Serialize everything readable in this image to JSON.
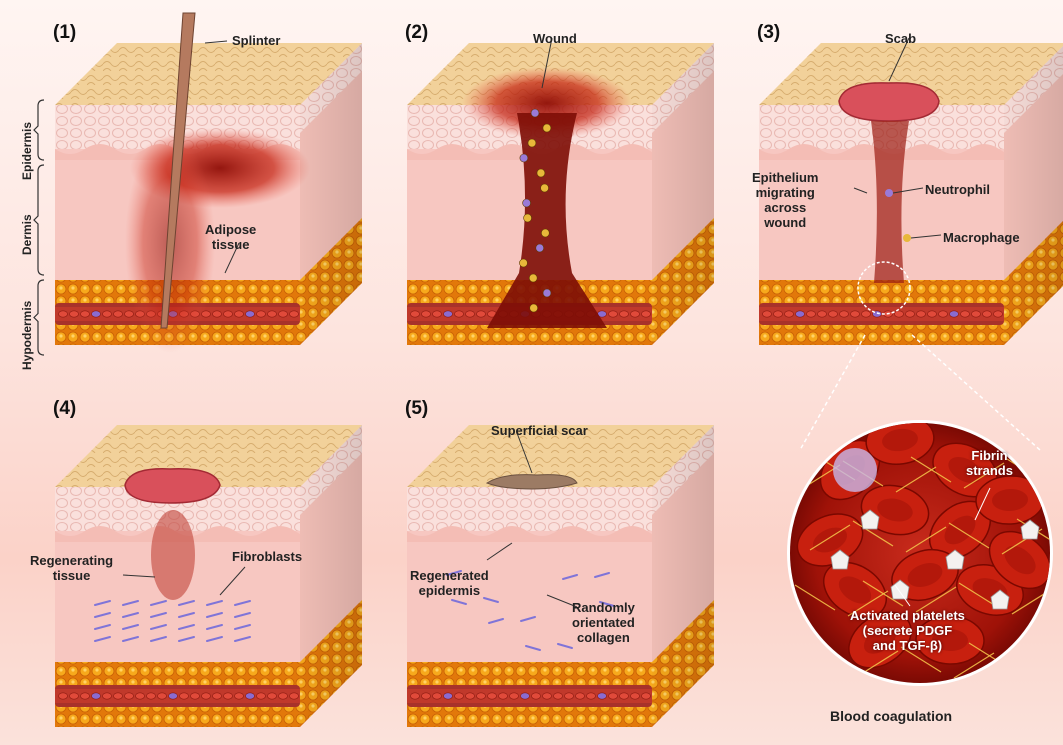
{
  "panels": [
    {
      "number": "(1)",
      "labels": {
        "splinter": "Splinter",
        "adipose": "Adipose\ntissue"
      }
    },
    {
      "number": "(2)",
      "labels": {
        "wound": "Wound"
      }
    },
    {
      "number": "(3)",
      "labels": {
        "scab": "Scab",
        "epithelium": "Epithelium\nmigrating\nacross\nwound",
        "neutrophil": "Neutrophil",
        "macrophage": "Macrophage"
      }
    },
    {
      "number": "(4)",
      "labels": {
        "regenerating": "Regenerating\ntissue",
        "fibroblasts": "Fibroblasts"
      }
    },
    {
      "number": "(5)",
      "labels": {
        "scar": "Superficial scar",
        "regenerated": "Regenerated\nepidermis",
        "collagen": "Randomly\norientated\ncollagen"
      }
    }
  ],
  "layers": {
    "epidermis": "Epidermis",
    "dermis": "Dermis",
    "hypodermis": "Hypodermis"
  },
  "zoom": {
    "fibrin": "Fibrin\nstrands",
    "platelets": "Activated platelets\n(secrete PDGF\nand TGF-β)",
    "caption": "Blood coagulation"
  },
  "colors": {
    "skin_top": "#f0cf96",
    "epidermis": "#f8d3cf",
    "dermis": "#f7c7c1",
    "fat": "#f1960f",
    "blood": "#c11a0f",
    "vessel": "#a8322a"
  }
}
